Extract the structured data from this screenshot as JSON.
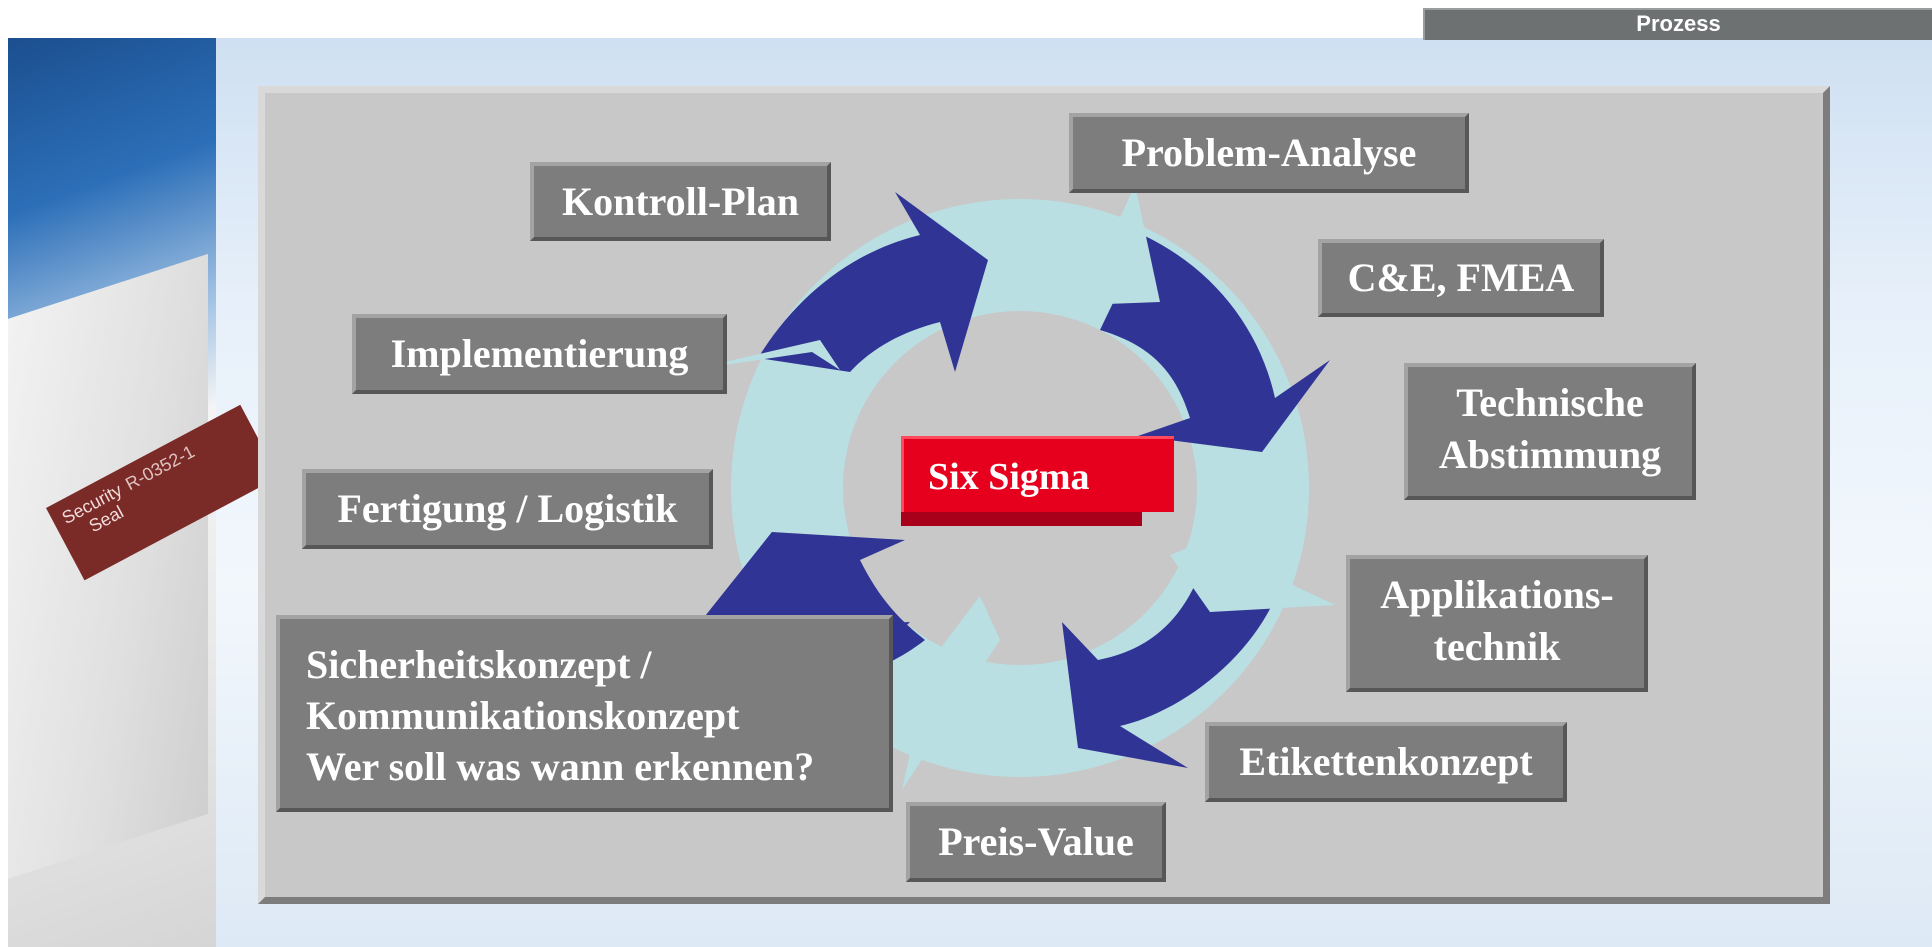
{
  "header": {
    "title": "Prozess"
  },
  "background": {
    "seal_text_line1": "Security",
    "seal_text_line2": "Seal",
    "seal_code": "R-0352-1"
  },
  "diagram": {
    "center_label": "Six Sigma",
    "cycle_colors": {
      "dark_arrow": "#303595",
      "light_arrow": "#b9dfe3",
      "center": "#e6001e"
    },
    "steps": [
      {
        "id": "problem-analyse",
        "label": "Problem-Analyse"
      },
      {
        "id": "ce-fmea",
        "label": "C&E, FMEA"
      },
      {
        "id": "technische-abstimmung",
        "line1": "Technische",
        "line2": "Abstimmung"
      },
      {
        "id": "applikationstechnik",
        "line1": "Applikations-",
        "line2": "technik"
      },
      {
        "id": "etikettenkonzept",
        "label": "Etikettenkonzept"
      },
      {
        "id": "preis-value",
        "label": "Preis-Value"
      },
      {
        "id": "sicherheitskonzept",
        "line1": "Sicherheitskonzept /",
        "line2": "Kommunikationskonzept",
        "line3": "Wer soll was wann erkennen?"
      },
      {
        "id": "fertigung-logistik",
        "label": "Fertigung / Logistik"
      },
      {
        "id": "implementierung",
        "label": "Implementierung"
      },
      {
        "id": "kontroll-plan",
        "label": "Kontroll-Plan"
      }
    ]
  }
}
